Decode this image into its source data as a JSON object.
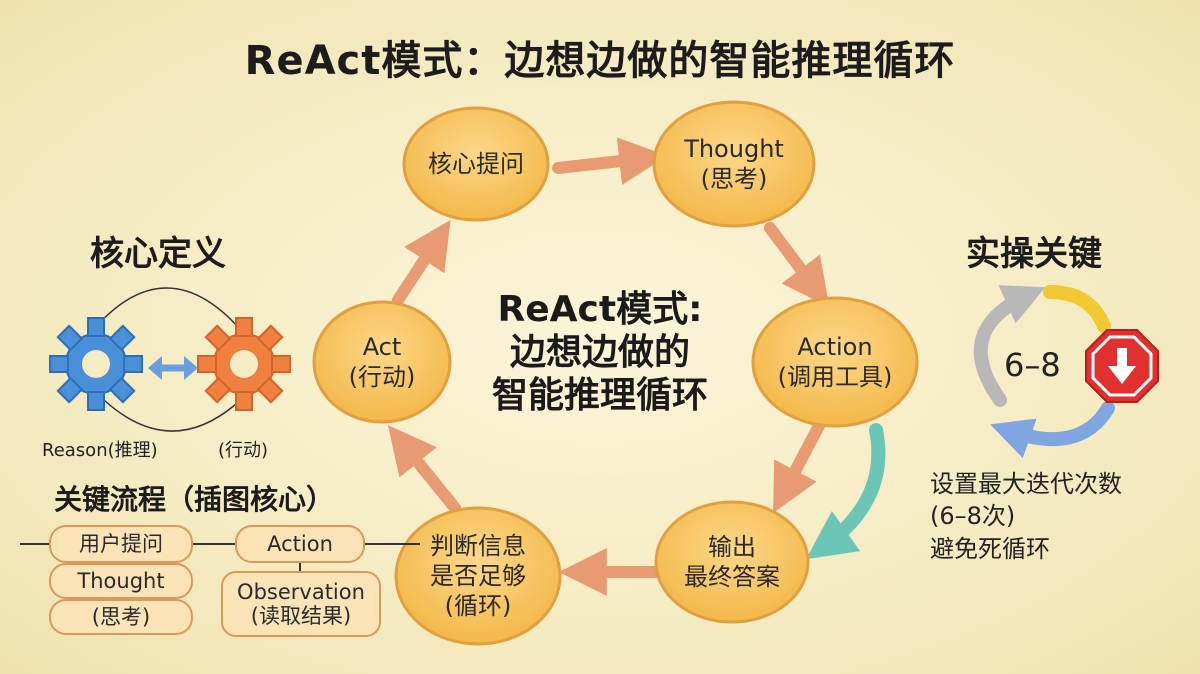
{
  "title": "ReAct模式：边想边做的智能推理循环",
  "center": {
    "line1": "ReAct模式:",
    "line2": "边想边做的",
    "line3": "智能推理循环"
  },
  "cycle": [
    {
      "id": "core-question",
      "line1": "核心提问",
      "line2": ""
    },
    {
      "id": "thought",
      "line1": "Thought",
      "line2": "(思考)"
    },
    {
      "id": "action",
      "line1": "Action",
      "line2": "(调用工具)"
    },
    {
      "id": "output",
      "line1": "输出",
      "line2": "最终答案"
    },
    {
      "id": "judge",
      "line1": "判断信息",
      "line2": "是否足够",
      "line3": "(循环)"
    },
    {
      "id": "act",
      "line1": "Act",
      "line2": "(行动)"
    }
  ],
  "left": {
    "definition_title": "核心定义",
    "reason_label": "Reason(推理)",
    "act_label": "(行动)",
    "process_title": "关键流程（插图核心）",
    "pills": {
      "user_question": "用户提问",
      "thought": "Thought",
      "thinking": "(思考)",
      "action": "Action",
      "observation_1": "Observation",
      "observation_2": "(读取结果)"
    }
  },
  "right": {
    "title": "实操关键",
    "cycle_number": "6–8",
    "text_line1": "设置最大迭代次数",
    "text_line2": "(6–8次)",
    "text_line3": "避免死循环"
  },
  "colors": {
    "node_fill": "#f8c65e",
    "node_stroke": "#e0a040",
    "arrow": "#e89a72",
    "teal_arrow": "#6cc6b8",
    "gear_blue": "#4a90d9",
    "gear_orange": "#f08040",
    "stop_red": "#e03030",
    "pill_fill": "#fbe3b8",
    "pill_stroke": "#d89a5a"
  },
  "icons": [
    "gear-icon-blue",
    "gear-icon-orange",
    "double-arrow-icon",
    "stop-sign-icon",
    "down-arrow-icon",
    "cycle-arrows-icon"
  ]
}
